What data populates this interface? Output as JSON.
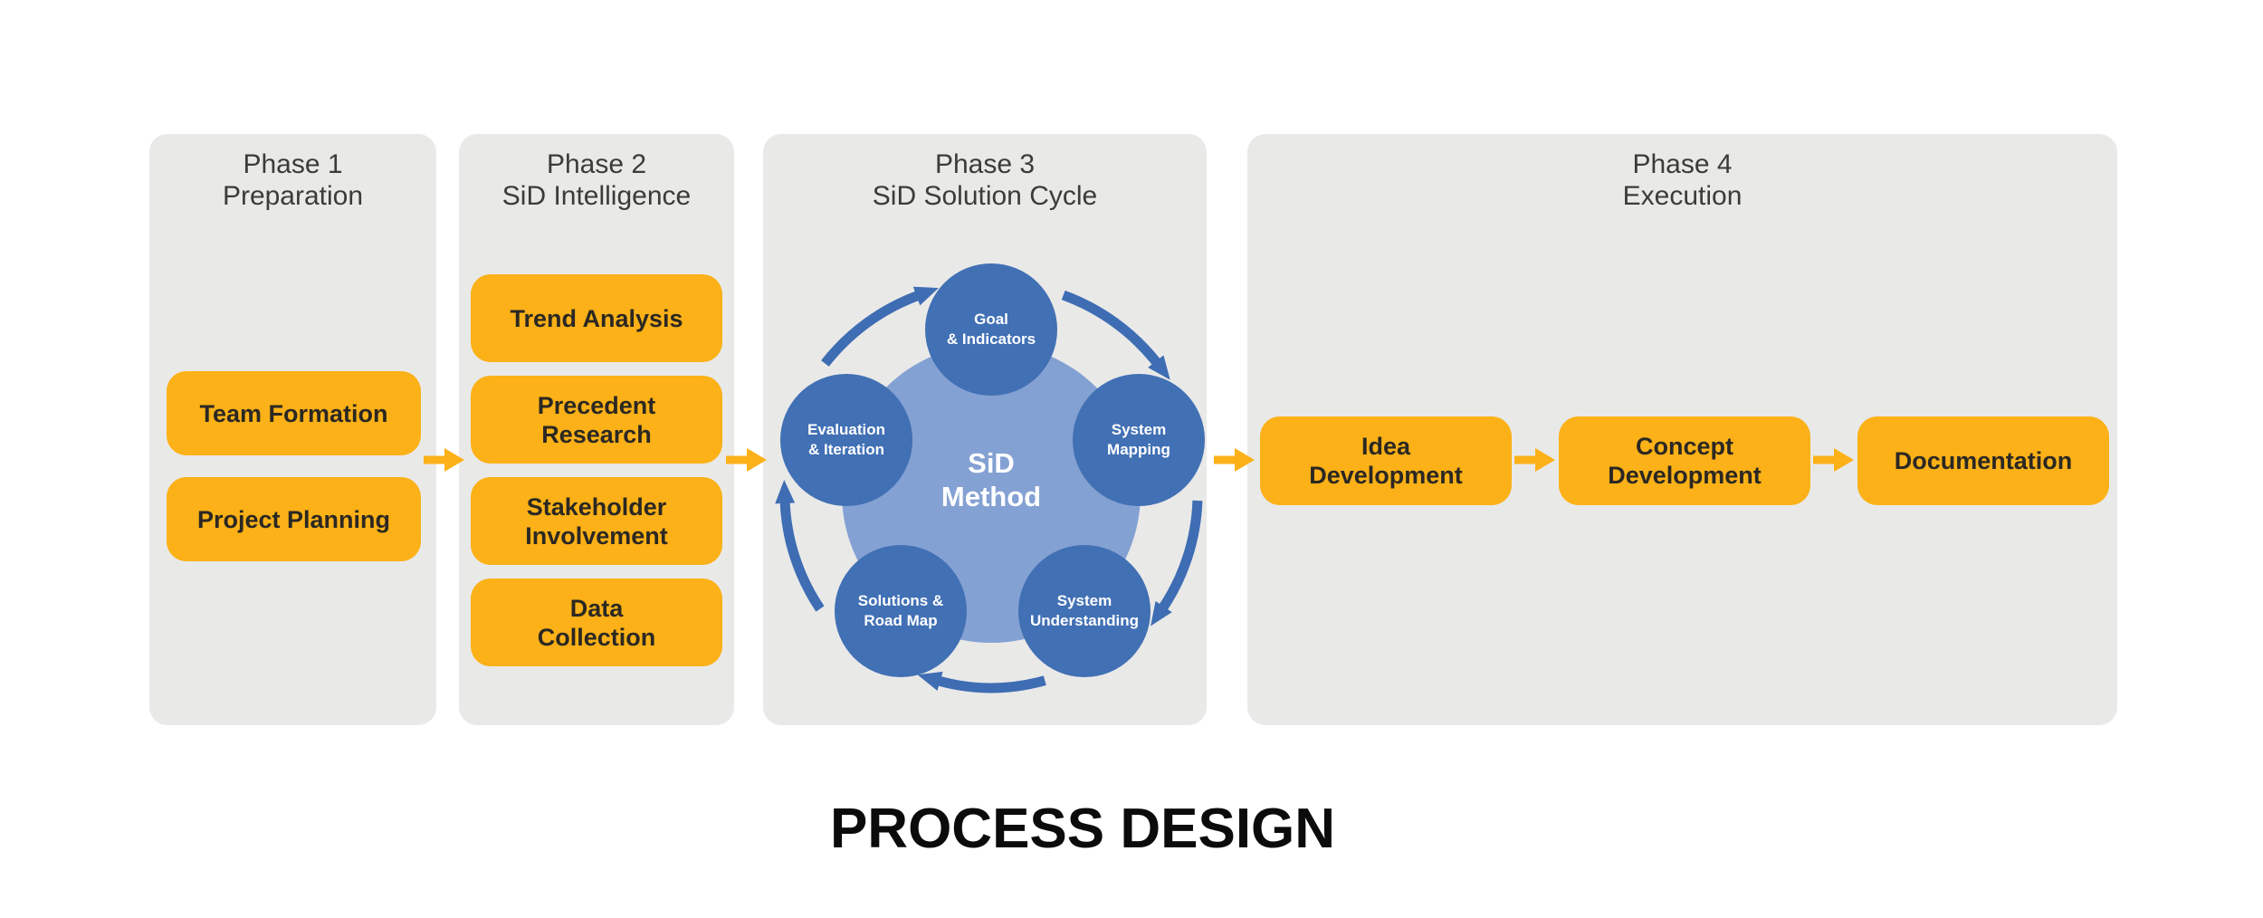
{
  "title": "PROCESS DESIGN",
  "colors": {
    "panel_gray": "#e9e9e8",
    "accent_yellow": "#fbb117",
    "node_blue": "#4170b4",
    "center_light_blue": "#84a1d3",
    "arc_blue": "#3e6db3",
    "box_text": "#2b2823",
    "header_text": "#3b3b3a",
    "title_text": "#0b0b0b"
  },
  "phases": [
    {
      "label": "Phase 1",
      "sublabel": "Preparation",
      "boxes": [
        {
          "label": "Team Formation"
        },
        {
          "label": "Project Planning"
        }
      ]
    },
    {
      "label": "Phase 2",
      "sublabel": "SiD Intelligence",
      "boxes": [
        {
          "label": "Trend Analysis"
        },
        {
          "label": "Precedent\nResearch"
        },
        {
          "label": "Stakeholder\nInvolvement"
        },
        {
          "label": "Data\nCollection"
        }
      ]
    },
    {
      "label": "Phase 3",
      "sublabel": "SiD Solution Cycle",
      "cycle": {
        "center_label": "SiD\nMethod",
        "nodes": [
          {
            "label": "Goal\n& Indicators"
          },
          {
            "label": "System\nMapping"
          },
          {
            "label": "System\nUnderstanding"
          },
          {
            "label": "Solutions &\nRoad Map"
          },
          {
            "label": "Evaluation\n& Iteration"
          }
        ]
      }
    },
    {
      "label": "Phase 4",
      "sublabel": "Execution",
      "boxes": [
        {
          "label": "Idea\nDevelopment"
        },
        {
          "label": "Concept\nDevelopment"
        },
        {
          "label": "Documentation"
        }
      ]
    }
  ]
}
